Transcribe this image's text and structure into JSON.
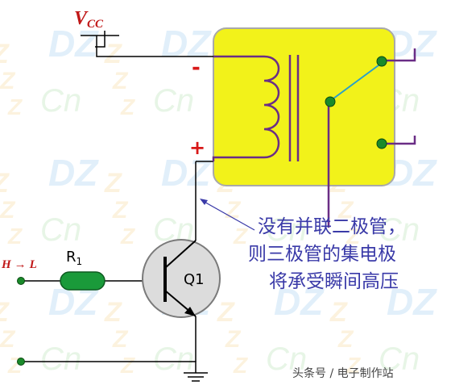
{
  "vcc": {
    "main": "V",
    "sub": "CC"
  },
  "minus": "-",
  "plus": "+",
  "resistor": {
    "main": "R",
    "sub": "1"
  },
  "transistor": "Q1",
  "input": {
    "left": "H",
    "arrow": "→",
    "right": "L"
  },
  "annotation": [
    "没有并联二极管，",
    "则三极管的集电极",
    "将承受瞬间高压"
  ],
  "watermark": {
    "dz": "DZ",
    "z": "Z",
    "cn": "Cn"
  },
  "footer": {
    "prefix": "头条号 / ",
    "name": "电子制作站"
  },
  "colors": {
    "relay_fill": "#f2f21a",
    "coil": "#6a2d86",
    "annotation_text": "#3a3aa8",
    "wire": "#000000",
    "node": "#1a8a2a",
    "resistor": "#1a9a3a",
    "input_label": "#c01818",
    "minus": "#d81818",
    "plus": "#d81818"
  }
}
